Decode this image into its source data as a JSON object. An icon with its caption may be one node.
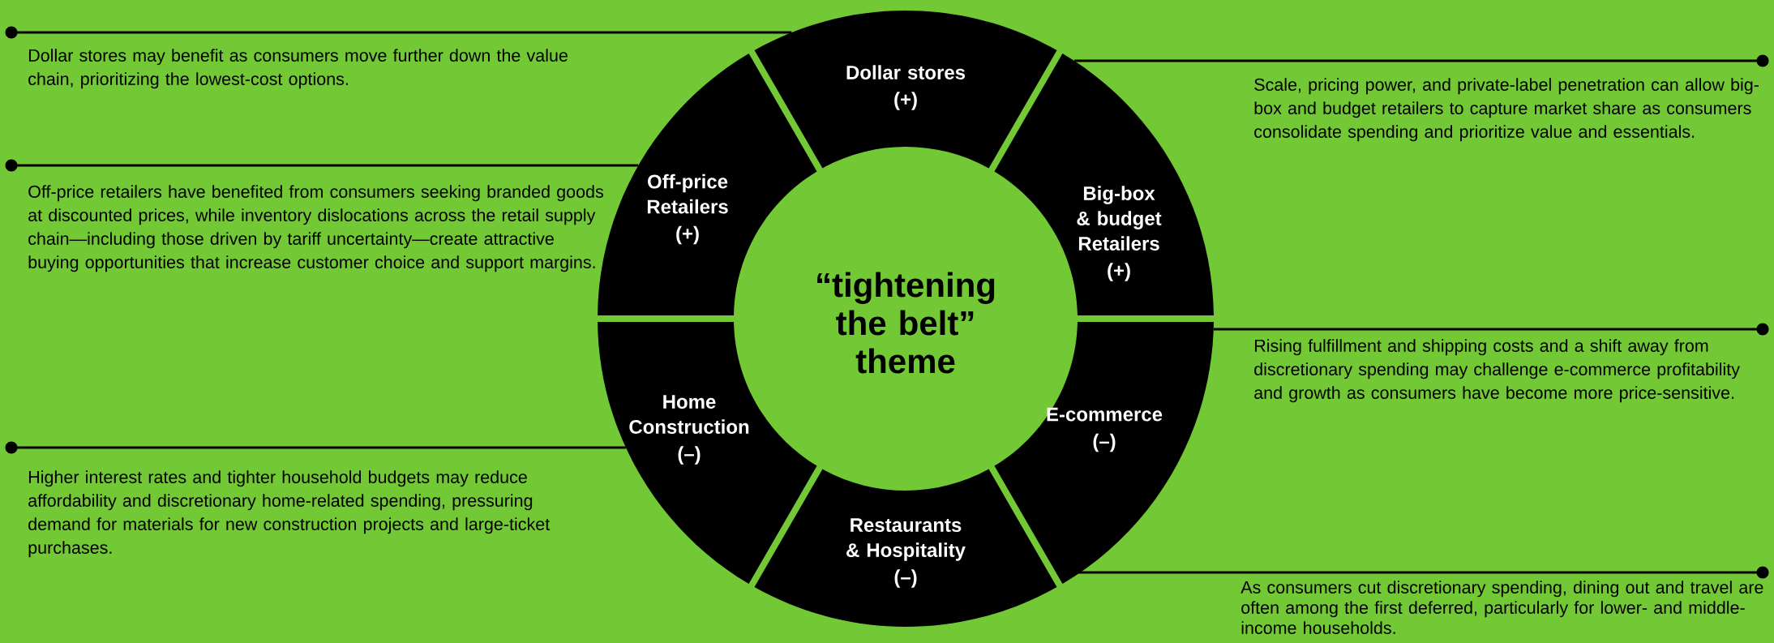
{
  "diagram": {
    "nodes": [
      {
        "text": [
          "“tightening the belt” theme"
        ]
      },
      {
        "text": [
          "Dollar stores",
          "(+)"
        ]
      },
      {
        "text": [
          "Off-price Retailers",
          "(+)"
        ]
      },
      {
        "text": [
          "Big-box & budget Retailers",
          "(+)"
        ]
      },
      {
        "text": [
          "Home Construction",
          "(–)"
        ]
      },
      {
        "text": [
          "E-commerce",
          "(–)"
        ]
      },
      {
        "text": [
          "Restaurants & Hospitality",
          "(–)"
        ]
      },
      {
        "text": [
          "Dollar stores may benefit as consumers move further down the value chain, prioritizing the lowest-cost options."
        ]
      },
      {
        "text": [
          "Off-price retailers have benefited from consumers seeking branded goods at discounted prices, while inventory dislocations across the retail supply chain—including those driven by tariff uncertainty—create attractive buying opportunities that increase customer choice and support margins."
        ]
      },
      {
        "text": [
          "Higher interest rates and tighter household budgets may reduce affordability and discretionary home-related spending, pressuring demand for materials for new construction projects and large-ticket purchases."
        ]
      },
      {
        "text": [
          "Scale, pricing power, and private-label penetration can allow big-box and budget retailers to capture market share as consumers consolidate spending and prioritize value and essentials."
        ]
      },
      {
        "text": [
          "Rising fulfillment and shipping costs and a shift away from discretionary spending may challenge e-commerce profitability and growth as consumers have become more price-sensitive."
        ]
      },
      {
        "text": [
          "As consumers cut discretionary spending, dining out and travel are often among the first deferred, particularly for lower- and middle-income households."
        ]
      }
    ],
    "edges": [
      {
        "from": 7,
        "to": 1,
        "arrow": "other"
      },
      {
        "from": 8,
        "to": 2,
        "arrow": "other"
      },
      {
        "from": 9,
        "to": 4,
        "arrow": "other"
      },
      {
        "from": 10,
        "to": 3,
        "arrow": "other"
      },
      {
        "from": 11,
        "to": 5,
        "arrow": "other"
      },
      {
        "from": 12,
        "to": 6,
        "arrow": "other"
      }
    ]
  }
}
